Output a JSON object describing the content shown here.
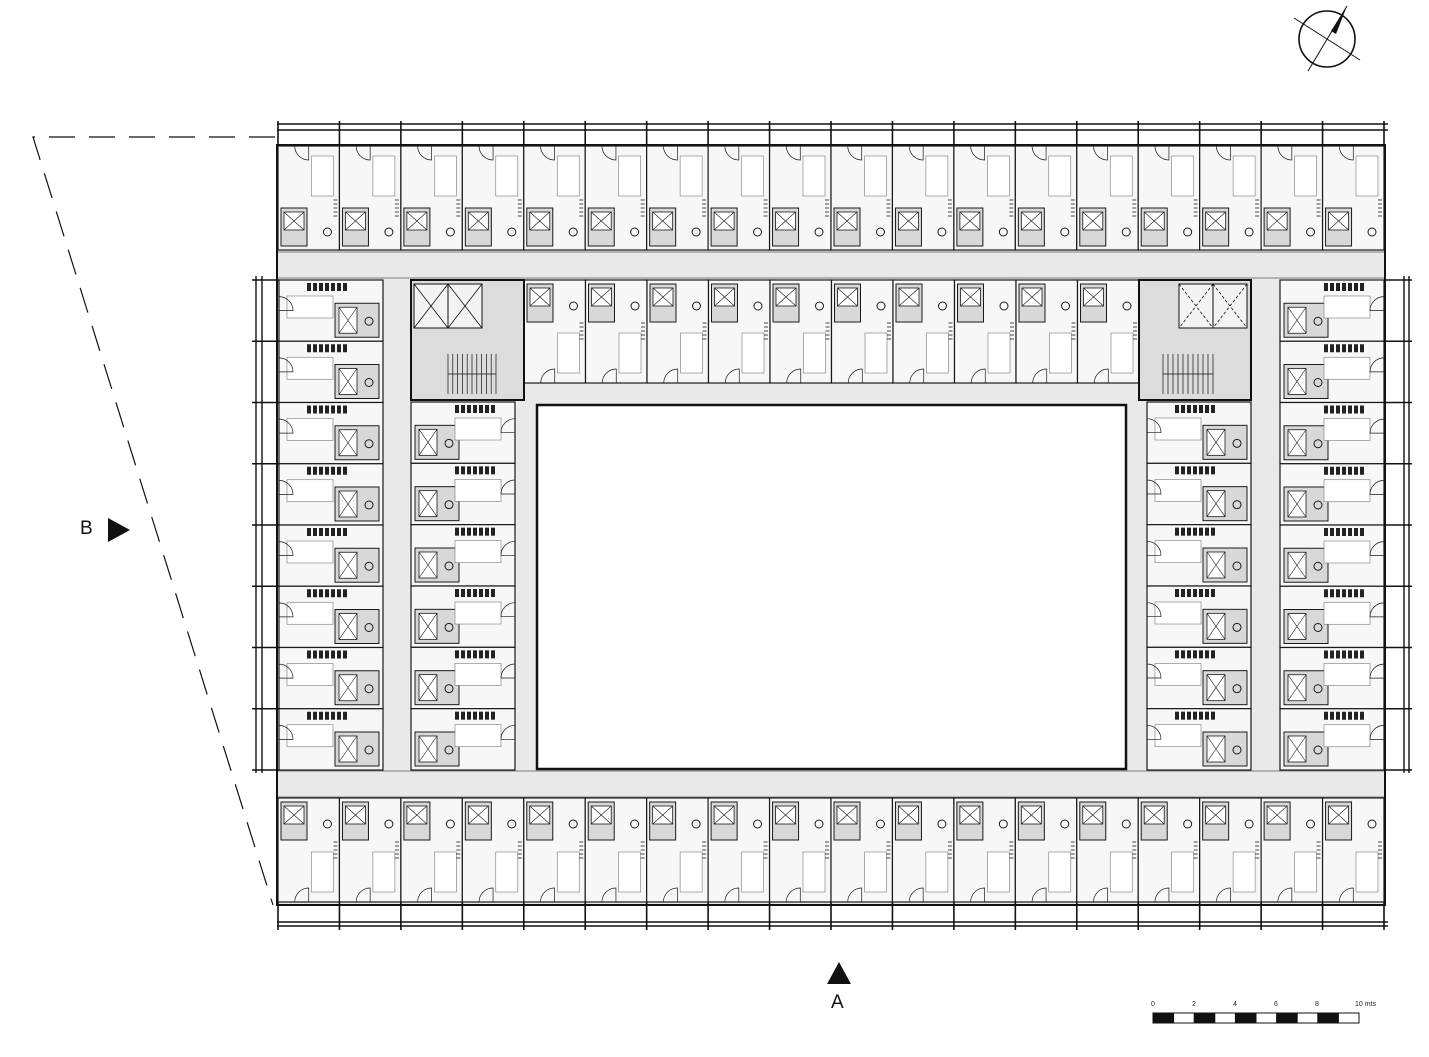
{
  "markers": {
    "section_a": "A",
    "section_b": "B"
  },
  "scale_bar": {
    "ticks": [
      "0",
      "2",
      "4",
      "6",
      "8",
      "10 mts"
    ]
  },
  "icons": {
    "north_arrow": "north-arrow-icon",
    "section_a_arrow": "triangle-up-icon",
    "section_b_arrow": "triangle-right-icon"
  },
  "colors": {
    "line": "#1a1a1a",
    "corridor": "#e7e7e7",
    "room_floor": "#f7f7f7",
    "courtyard": "#ffffff"
  }
}
